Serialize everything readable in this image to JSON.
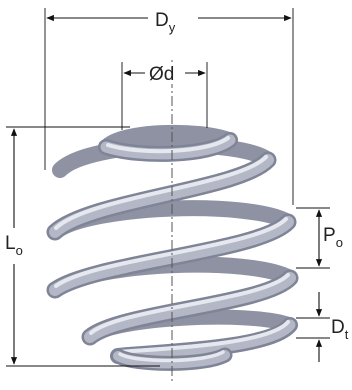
{
  "labels": {
    "outer_diameter": {
      "main": "D",
      "sub": "y"
    },
    "wire_diameter": {
      "main": "Ød"
    },
    "free_length": {
      "main": "L",
      "sub": "o"
    },
    "pitch": {
      "main": "P",
      "sub": "o"
    },
    "small_end": {
      "main": "D",
      "sub": "t"
    }
  },
  "colors": {
    "coil_highlight": "#e6e8ef",
    "coil_mid": "#b4b8c6",
    "coil_shadow": "#7f8496",
    "lines": "#111111",
    "axis": "#555555"
  }
}
